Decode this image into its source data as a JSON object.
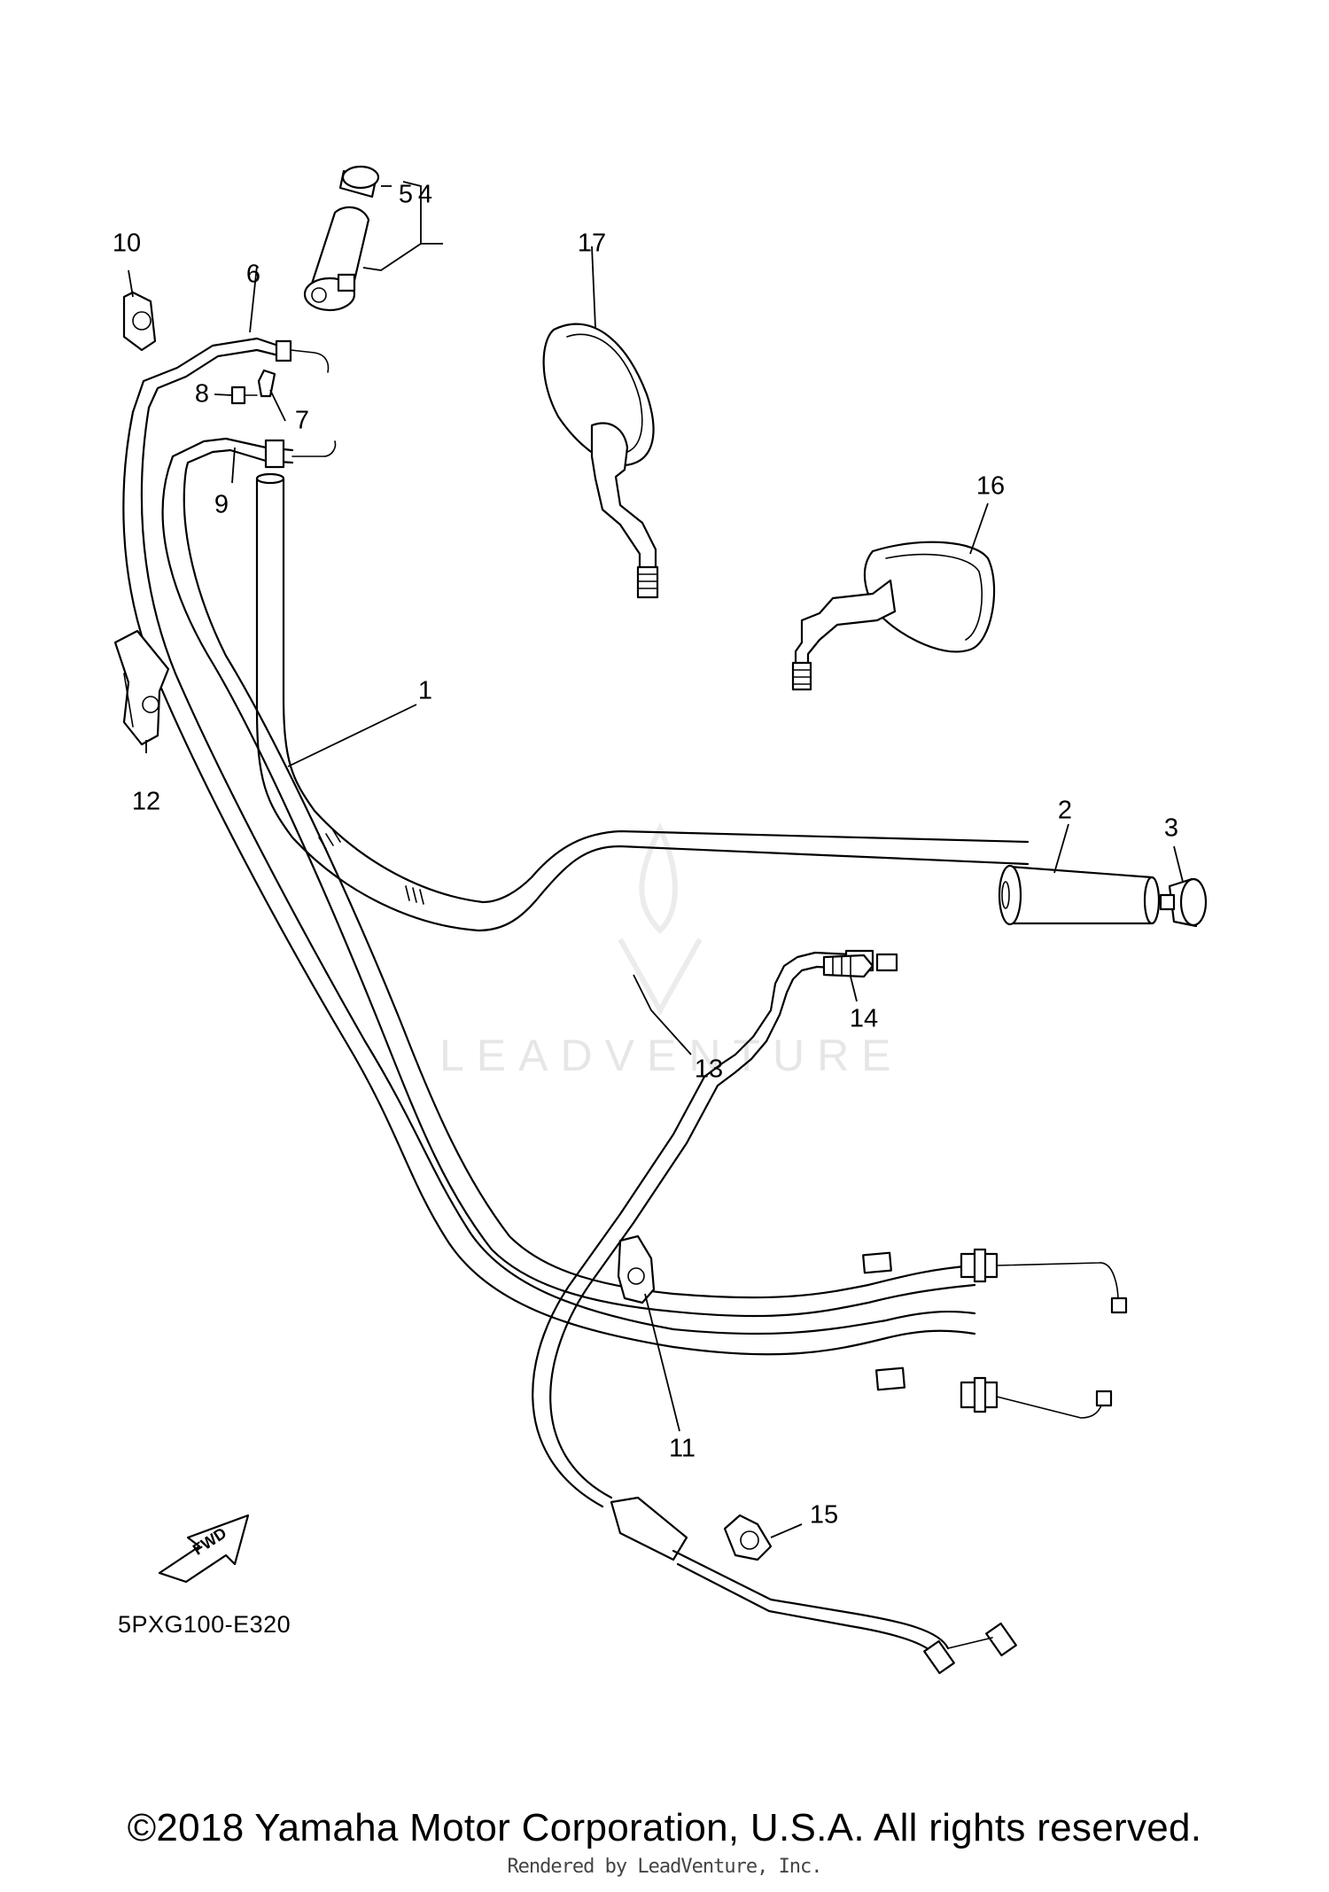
{
  "diagram": {
    "code": "5PXG100-E320",
    "fwd_label": "FWD",
    "copyright": "©2018 Yamaha Motor Corporation, U.S.A. All rights reserved.",
    "rendered_by": "Rendered by LeadVenture, Inc.",
    "watermark": "LEADVENTURE",
    "callouts": [
      {
        "id": "1",
        "label": "1"
      },
      {
        "id": "2",
        "label": "2"
      },
      {
        "id": "3",
        "label": "3"
      },
      {
        "id": "4",
        "label": "4"
      },
      {
        "id": "5",
        "label": "5"
      },
      {
        "id": "6",
        "label": "6"
      },
      {
        "id": "7",
        "label": "7"
      },
      {
        "id": "8",
        "label": "8"
      },
      {
        "id": "9",
        "label": "9"
      },
      {
        "id": "10",
        "label": "10"
      },
      {
        "id": "11",
        "label": "11"
      },
      {
        "id": "12",
        "label": "12"
      },
      {
        "id": "13",
        "label": "13"
      },
      {
        "id": "14",
        "label": "14"
      },
      {
        "id": "15",
        "label": "15"
      },
      {
        "id": "16",
        "label": "16"
      },
      {
        "id": "17",
        "label": "17"
      }
    ]
  }
}
